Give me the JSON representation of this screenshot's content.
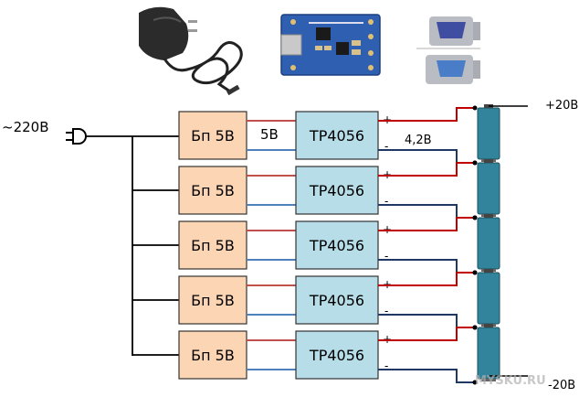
{
  "input_label": "~220В",
  "psu_label": "Бп 5В",
  "charger_label": "TP4056",
  "voltage_5v": "5В",
  "voltage_cell": "4,2В",
  "plus_sign": "+",
  "minus_sign": "-",
  "output_plus": "+20В",
  "output_minus": "-20В",
  "watermark": "MYSKU.RU",
  "colors": {
    "psu_fill": "#fcd5b5",
    "charger_fill": "#b7dde8",
    "wire_red": "#c0504d",
    "wire_blue": "#4f81bd",
    "wire_dark_red": "#c00000",
    "wire_dark_blue": "#1f3864",
    "battery": "#31849b"
  },
  "photos": [
    {
      "name": "wall-adapter-photo"
    },
    {
      "name": "tp4056-module-photo"
    },
    {
      "name": "vga-gender-changer-photo"
    }
  ],
  "channels": 5
}
